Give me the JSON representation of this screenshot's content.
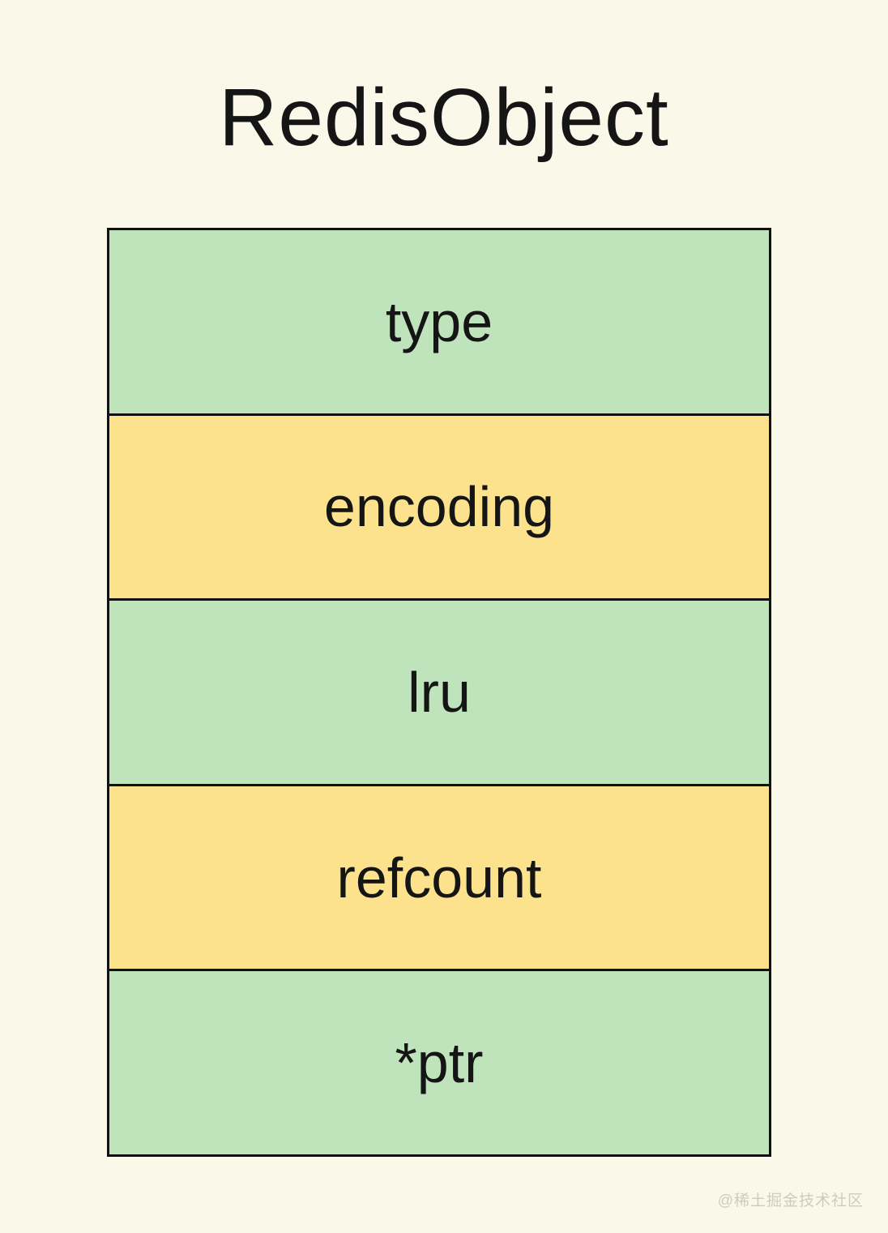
{
  "title": "RedisObject",
  "diagram": {
    "rows": [
      {
        "label": "type",
        "color": "#bfe3ba"
      },
      {
        "label": "encoding",
        "color": "#fce28c"
      },
      {
        "label": "lru",
        "color": "#bfe3ba"
      },
      {
        "label": "refcount",
        "color": "#fce28c"
      },
      {
        "label": "*ptr",
        "color": "#bfe3ba"
      }
    ],
    "border_color": "#111111",
    "page_background": "#faf8e8",
    "green": "#bfe3ba",
    "yellow": "#fce28c"
  },
  "watermark": "@稀土掘金技术社区"
}
